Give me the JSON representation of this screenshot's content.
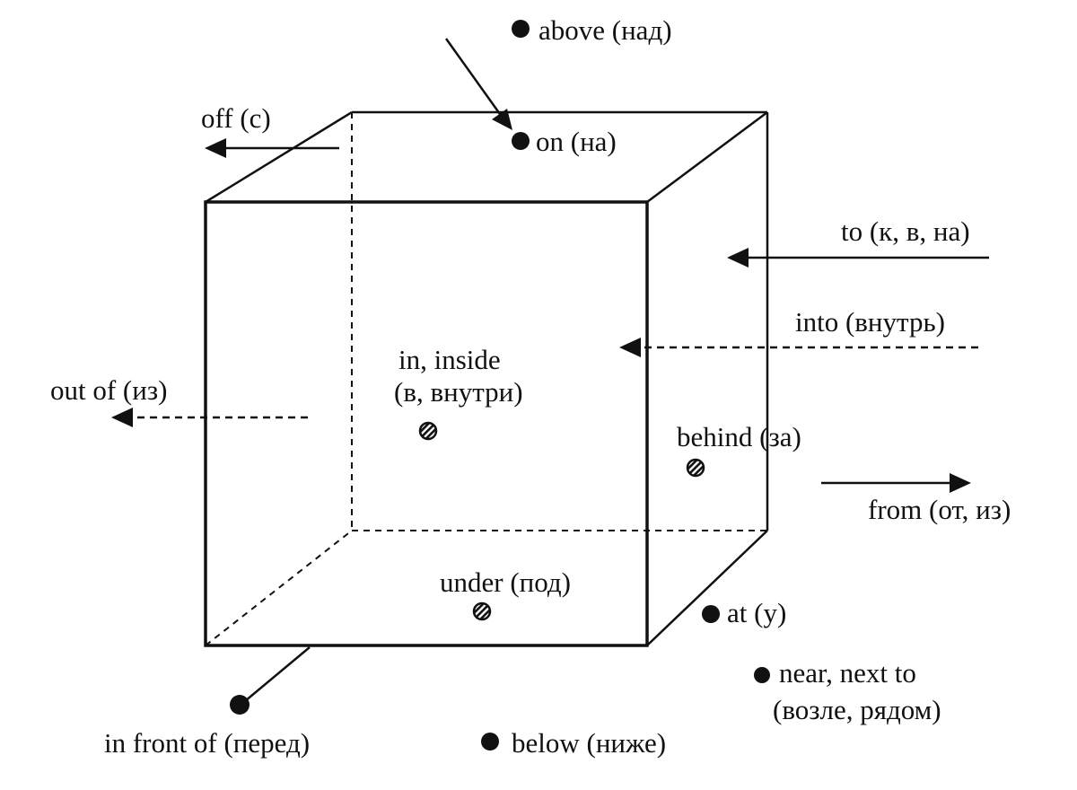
{
  "labels": {
    "above": "above (над)",
    "on": "on (на)",
    "off": "off (с)",
    "to": "to (к, в, на)",
    "into": "into (внутрь)",
    "in_inside_1": "in, inside",
    "in_inside_2": "(в, внутри)",
    "out_of": "out of (из)",
    "behind": "behind (за)",
    "from": "from (от, из)",
    "under": "under (под)",
    "at": "at (у)",
    "near_1": "near, next to",
    "near_2": "(возле, рядом)",
    "in_front_of": "in front of (перед)",
    "below": "below (ниже)"
  },
  "colors": {
    "ink": "#111111",
    "background": "#ffffff"
  },
  "markers": {
    "solid": "solid-dot-icon",
    "hatched": "hatched-dot-icon"
  }
}
